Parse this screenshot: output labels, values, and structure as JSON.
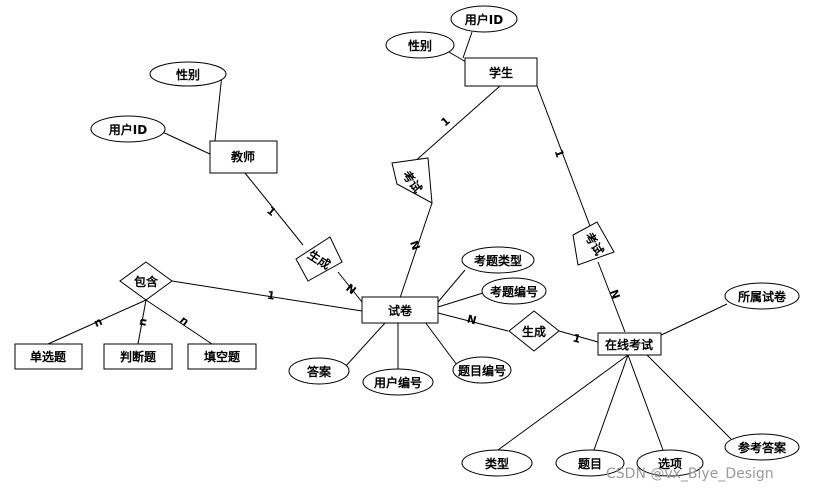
{
  "entities": {
    "teacher": "教师",
    "student": "学生",
    "paper": "试卷",
    "online_exam": "在线考试",
    "single_choice": "单选题",
    "true_false": "判断题",
    "fill_blank": "填空题"
  },
  "attributes": {
    "student_user_id": "用户ID",
    "student_gender": "性别",
    "teacher_gender": "性别",
    "teacher_user_id": "用户ID",
    "paper_question_type": "考题类型",
    "paper_question_no": "考题编号",
    "paper_item_no": "题目编号",
    "paper_user_no": "用户编号",
    "paper_answer": "答案",
    "exam_paper": "所属试卷",
    "exam_reference_answer": "参考答案",
    "exam_type": "类型",
    "exam_item": "题目",
    "exam_option": "选项"
  },
  "relationships": {
    "teacher_paper": "生成",
    "student_paper": "考试",
    "student_exam": "考试",
    "paper_exam": "生成",
    "paper_contains": "包含"
  },
  "cardinalities": {
    "teacher_side": "1",
    "paper_side_gen": "N",
    "student_side_paper": "1",
    "paper_side_exam": "N",
    "student_side_exam": "1",
    "exam_side_student": "N",
    "paper_side_contains": "1",
    "single_side": "n",
    "tf_side": "n",
    "fill_side": "n",
    "paper_side_to_exam": "N",
    "exam_side_to_paper": "1"
  },
  "watermark": "CSDN @vx_Biye_Design"
}
